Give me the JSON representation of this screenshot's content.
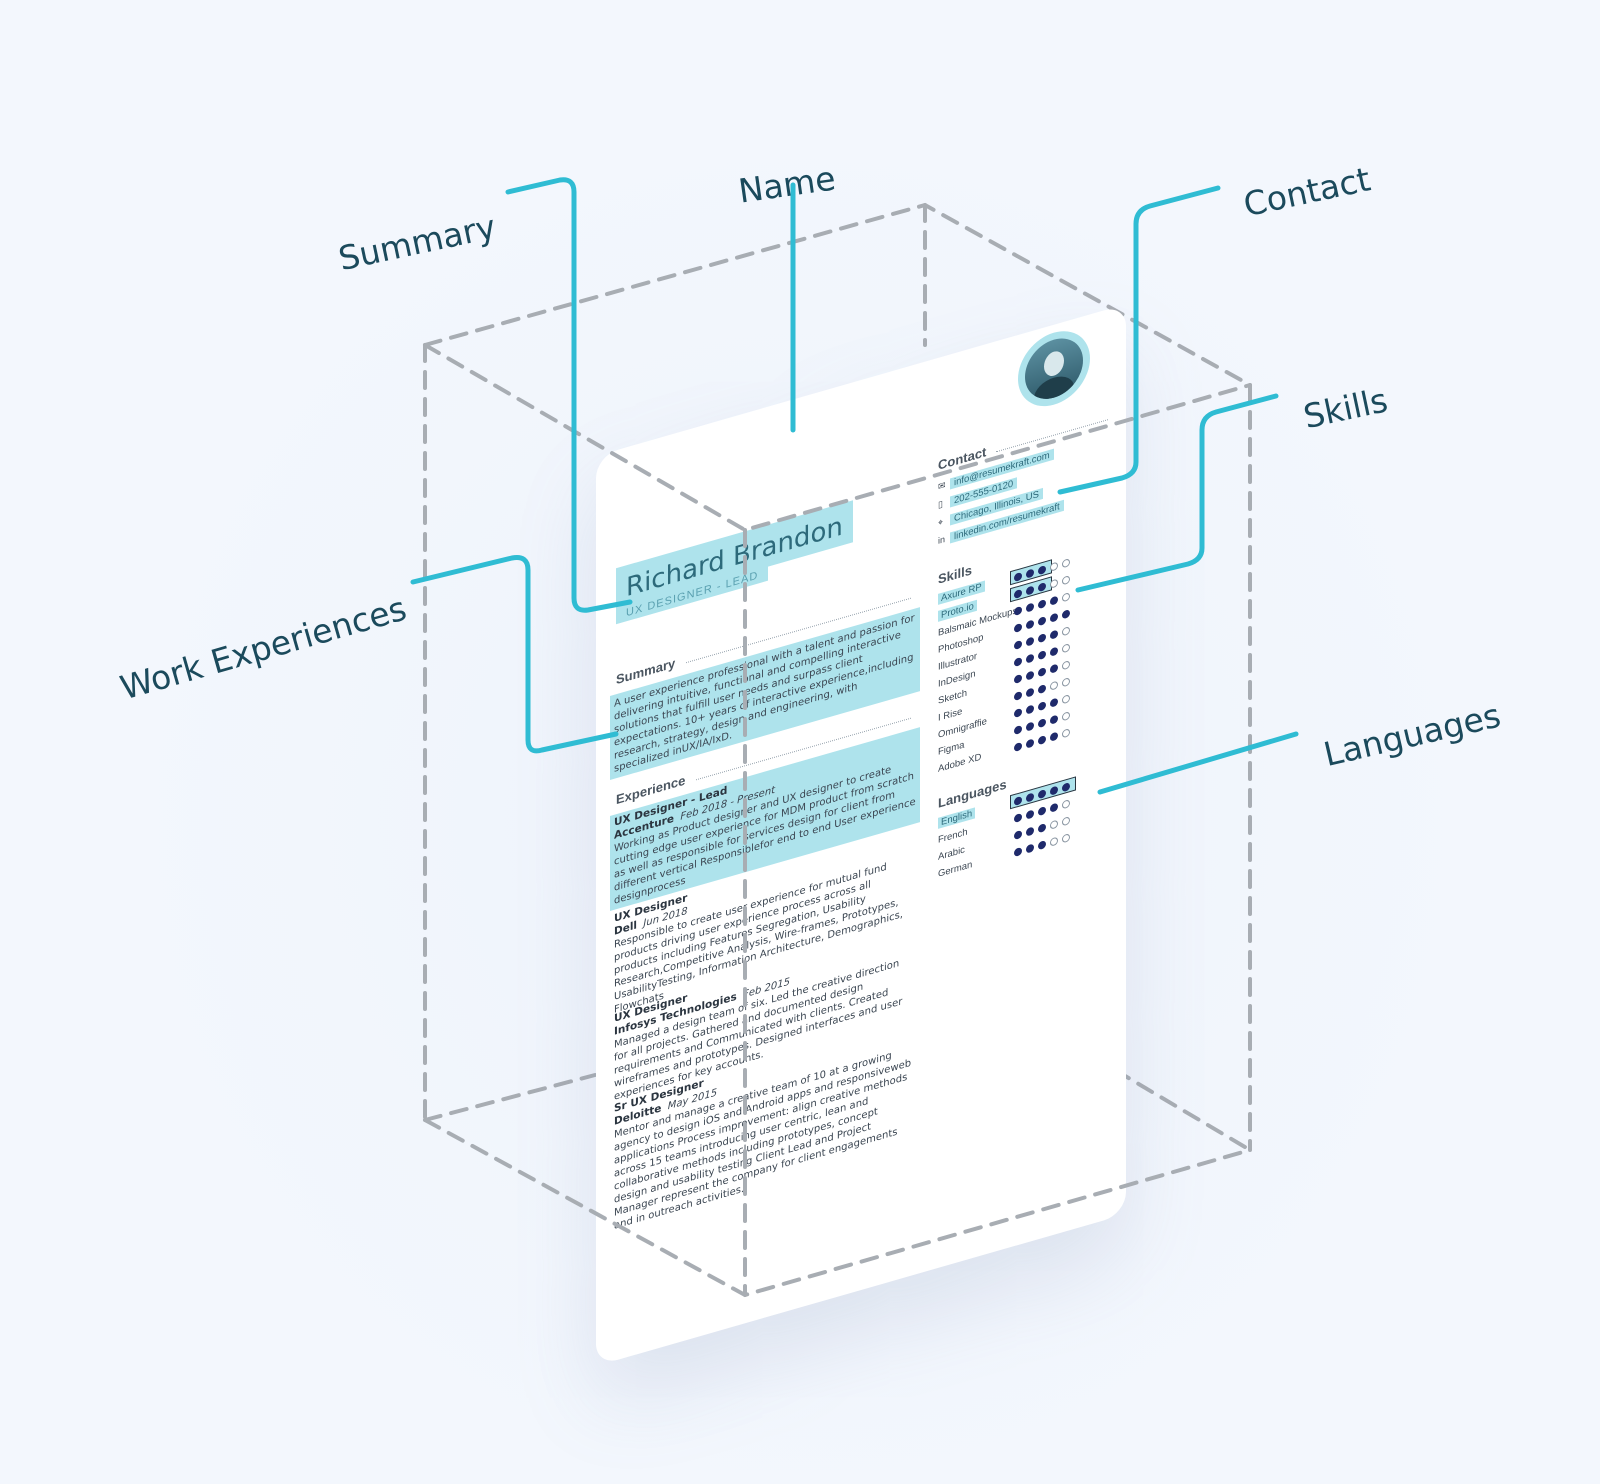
{
  "callouts": {
    "summary": "Summary",
    "name": "Name",
    "contact": "Contact",
    "skills": "Skills",
    "work": "Work Experiences",
    "languages": "Languages"
  },
  "resume": {
    "name": "Richard Brandon",
    "role": "UX DESIGNER - LEAD",
    "summary_title": "Summary",
    "summary_text": "A user experience professional with a talent and passion for delivering intuitive, functional and compelling interactive solutions that fulfill user needs and surpass client expectations. 10+ years of interactive experience,including research, strategy, design and engineering, with specialized inUX/IA/IxD.",
    "experience_title": "Experience",
    "jobs": [
      {
        "title": "UX Designer - Lead",
        "company": "Accenture",
        "date": "Feb 2018 - Present",
        "text": "Working as Product designer and UX designer to create cutting edge user experience for MDM product from scratch as well as responsible for services design for client from different vertical Responsiblefor end to end User experience designprocess"
      },
      {
        "title": "UX Designer",
        "company": "Dell",
        "date": "Jun 2018",
        "text": "Responsible to create user experience for mutual fund products driving user experience process across all products including Features Segregation, Usability Research,Competitive Analysis, Wire-frames, Prototypes, UsabilityTesting, Information Architecture, Demographics, Flowchats"
      },
      {
        "title": "UX Designer",
        "company": "Infosys Technologies",
        "date": "Feb 2015",
        "text": "Managed a design team of six. Led the creative direction for all projects. Gathered and documented design requirements and Communicated with clients. Created wireframes and prototypes. Designed interfaces and user experiences for key accounts."
      },
      {
        "title": "Sr UX Designer",
        "company": "Deloitte",
        "date": "May 2015",
        "text": "Mentor and manage a creative team of 10 at a growing agency to design iOS and Android apps and responsiveweb applications Process improvement: align creative methods across 15 teams introducing user centric, lean and collaborative methods including prototypes, concept design and usability testing Client Lead and Project Manager represent the company for client engagements and in outreach activities."
      }
    ],
    "contact_title": "Contact",
    "contact": [
      {
        "icon": "mail-icon",
        "value": "info@resumekraft.com"
      },
      {
        "icon": "phone-icon",
        "value": "202-555-0120"
      },
      {
        "icon": "location-icon",
        "value": "Chicago, Illinois, US"
      },
      {
        "icon": "linkedin-icon",
        "value": "linkedin.com/resumekraft"
      }
    ],
    "skills_title": "Skills",
    "skills": [
      {
        "name": "Axure RP",
        "level": 3,
        "highlight": true
      },
      {
        "name": "Proto.io",
        "level": 3,
        "highlight": true
      },
      {
        "name": "Balsmaic Mockups",
        "level": 4,
        "highlight": false
      },
      {
        "name": "Photoshop",
        "level": 5,
        "highlight": false
      },
      {
        "name": "Illustrator",
        "level": 4,
        "highlight": false
      },
      {
        "name": "InDesign",
        "level": 4,
        "highlight": false
      },
      {
        "name": "Sketch",
        "level": 4,
        "highlight": false
      },
      {
        "name": "I Rise",
        "level": 3,
        "highlight": false
      },
      {
        "name": "Omnigraffie",
        "level": 4,
        "highlight": false
      },
      {
        "name": "Figma",
        "level": 4,
        "highlight": false
      },
      {
        "name": "Adobe XD",
        "level": 4,
        "highlight": false
      }
    ],
    "languages_title": "Languages",
    "languages": [
      {
        "name": "English",
        "level": 5,
        "highlight": true
      },
      {
        "name": "French",
        "level": 4,
        "highlight": false
      },
      {
        "name": "Arabic",
        "level": 3,
        "highlight": false
      },
      {
        "name": "German",
        "level": 3,
        "highlight": false
      }
    ]
  },
  "colors": {
    "accent": "#2fbcd3",
    "highlight": "#aee3ec",
    "label": "#1b4a5c",
    "dashed_box": "#a8adb3",
    "dot_filled": "#1f2a6b"
  }
}
